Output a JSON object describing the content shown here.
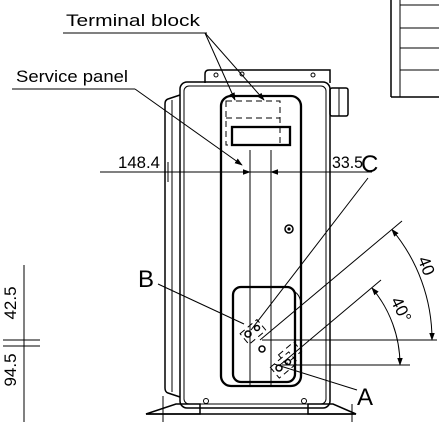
{
  "colors": {
    "line": "#000000",
    "background": "#ffffff"
  },
  "callouts": {
    "terminal_block": "Terminal block",
    "service_panel": "Service panel"
  },
  "points": {
    "a": "A",
    "b": "B",
    "c": "C"
  },
  "dimensions": {
    "left_offset": "148.4",
    "right_offset": "33.5",
    "height_upper": "42.5",
    "height_lower": "94.5"
  },
  "angles": {
    "outer": "40",
    "inner": "40°"
  }
}
